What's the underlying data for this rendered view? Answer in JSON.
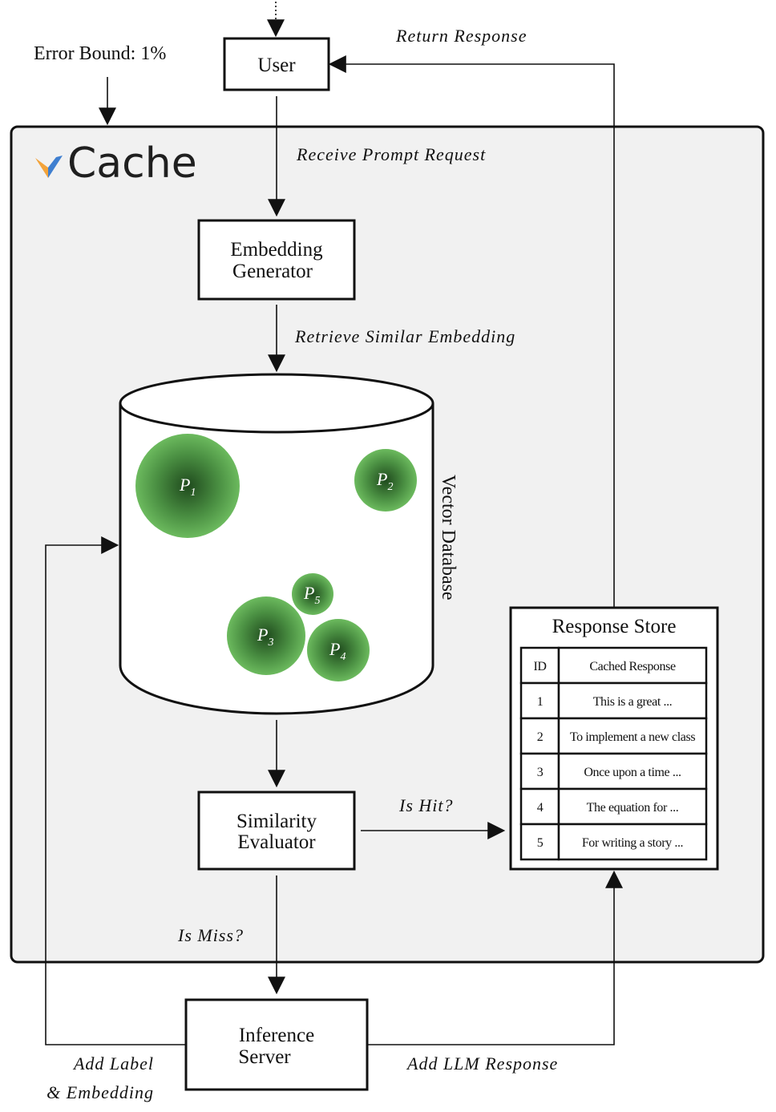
{
  "error_bound": "Error Bound: 1%",
  "logo": {
    "text": "Cache",
    "mark": "v-logo-icon",
    "mark_colors": [
      "#f3a33a",
      "#3f7fd0"
    ]
  },
  "nodes": {
    "user": "User",
    "embedding_generator": [
      "Embedding",
      "Generator"
    ],
    "similarity_evaluator": [
      "Similarity",
      "Evaluator"
    ],
    "inference_server": [
      "Inference",
      "Server"
    ]
  },
  "edges": {
    "return_response": "Return Response",
    "receive_prompt": "Receive Prompt Request",
    "retrieve_similar": "Retrieve Similar Embedding",
    "is_hit": "Is Hit?",
    "is_miss": "Is Miss?",
    "add_label": [
      "Add Label",
      "& Embedding"
    ],
    "add_llm_response": "Add LLM Response"
  },
  "vector_database": {
    "label": "Vector Database",
    "clusters": [
      {
        "name": "P",
        "sub": "1"
      },
      {
        "name": "P",
        "sub": "2"
      },
      {
        "name": "P",
        "sub": "5"
      },
      {
        "name": "P",
        "sub": "3"
      },
      {
        "name": "P",
        "sub": "4"
      }
    ],
    "cluster_color": "#5fae52"
  },
  "response_store": {
    "title": "Response Store",
    "headers": [
      "ID",
      "Cached Response"
    ],
    "rows": [
      [
        "1",
        "This is a great ..."
      ],
      [
        "2",
        "To implement a new class"
      ],
      [
        "3",
        "Once upon a time ..."
      ],
      [
        "4",
        "The equation for ..."
      ],
      [
        "5",
        "For writing a story ..."
      ]
    ]
  },
  "colors": {
    "panel": "#f1f1f1",
    "stroke": "#111111"
  }
}
